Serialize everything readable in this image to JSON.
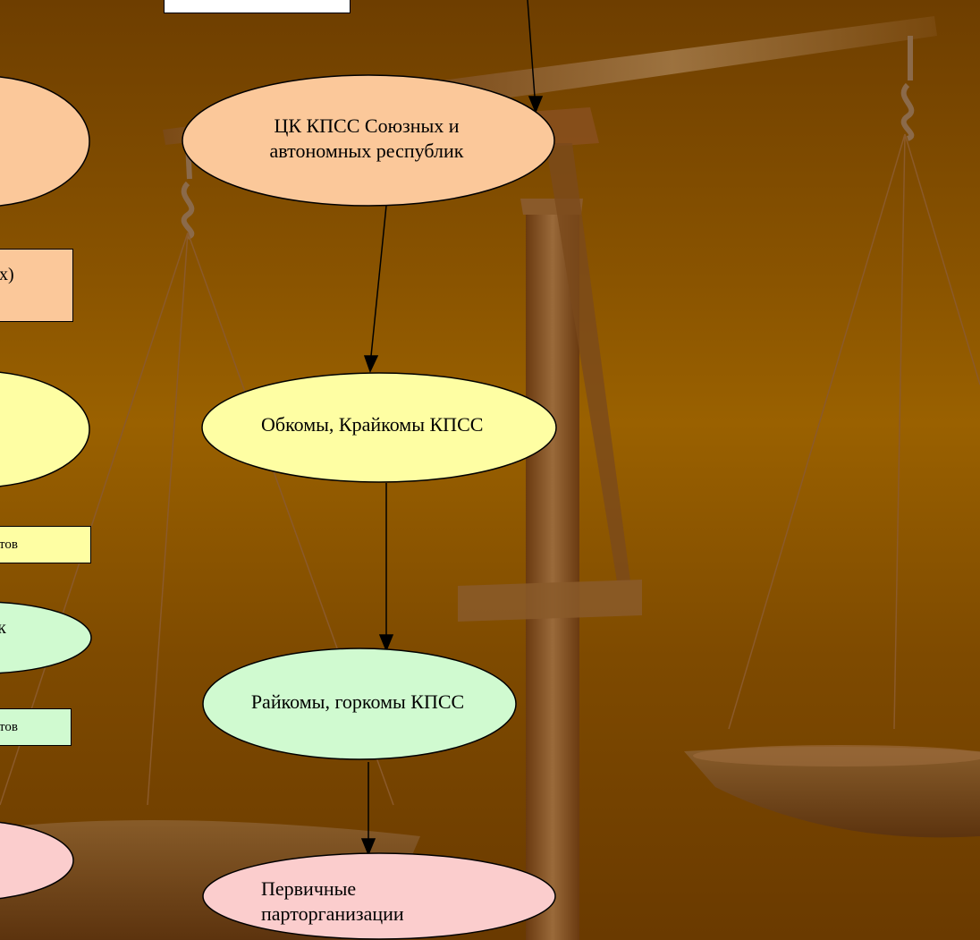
{
  "colors": {
    "background": "#8a5400",
    "peach": "#fbc89a",
    "yellow": "#fefea3",
    "green": "#d0fad0",
    "pink": "#fbcdcd",
    "white": "#ffffff",
    "scale_wood": "#7a4a1c"
  },
  "diagram": {
    "nodes": {
      "ck_republic": "ЦК КПСС Союзных и автономных республик",
      "obkom": "Обкомы, Крайкомы КПСС",
      "raikom": "Райкомы, горкомы КПСС",
      "primary": "Первичные парторганизации"
    },
    "left_fragments": {
      "peach_box": "х)",
      "yellow_box": "тов",
      "green_ellipse": "к",
      "green_box": "тов"
    },
    "top_box": ""
  }
}
